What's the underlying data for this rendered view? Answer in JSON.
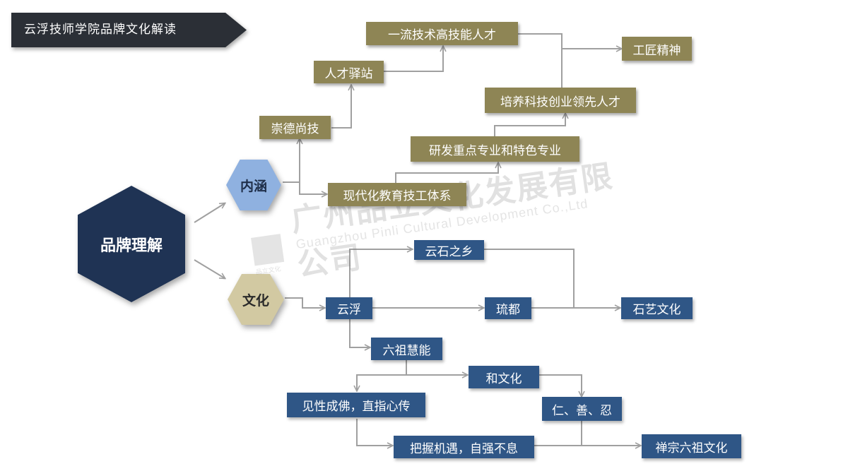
{
  "header": {
    "title": "云浮技师学院品牌文化解读"
  },
  "hexagons": {
    "center": "品牌理解",
    "inner": "内涵",
    "culture": "文化"
  },
  "inner_nodes": {
    "chongde": "崇德尚技",
    "yizhan": "人才驿站",
    "yiliu": "一流技术高技能人才",
    "gongjiang": "工匠精神",
    "peiyang": "培养科技创业领先人才",
    "yanfa": "研发重点专业和特色专业",
    "xiandai": "现代化教育技工体系"
  },
  "culture_nodes": {
    "yunshi": "云石之乡",
    "yunfu": "云浮",
    "liudu": "琉都",
    "shiyi": "石艺文化",
    "liuzu": "六祖慧能",
    "hewenhua": "和文化",
    "jianxing": "见性成佛，直指心传",
    "ren": "仁、善、忍",
    "bawo": "把握机遇，自强不息",
    "chanzong": "禅宗六祖文化"
  },
  "watermark": {
    "cn": "广州品立文化发展有限公司",
    "en": "Guangzhou Pinli Cultural Development Co.,Ltd",
    "logo_text": "品立文化"
  },
  "colors": {
    "gold_box": "#8e8555",
    "blue_box": "#2f5686",
    "center_hex": "#1f3354",
    "inner_hex": "#8fb1e0",
    "culture_hex": "#d2c9a2",
    "connector": "#a0a0a0"
  }
}
